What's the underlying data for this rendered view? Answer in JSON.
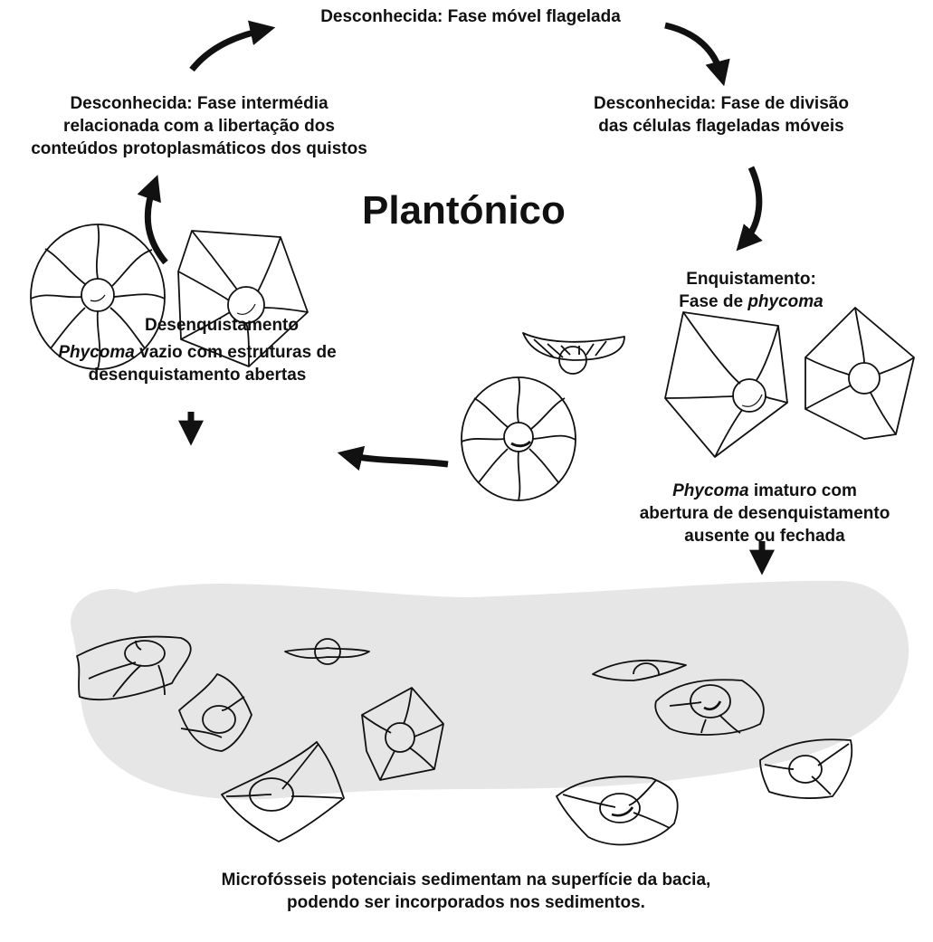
{
  "title": "Plantónico",
  "stages": {
    "flagellate": "Desconhecida: Fase móvel flagelada",
    "division_l1": "Desconhecida: Fase de divisão",
    "division_l2": "das células flageladas móveis",
    "intermediate_l1": "Desconhecida: Fase intermédia",
    "intermediate_l2": "relacionada com a libertação dos",
    "intermediate_l3": "conteúdos protoplasmáticos dos quistos",
    "encystment_l1": "Enquistamento:",
    "encystment_l2_prefix": "Fase de ",
    "encystment_l2_italic": "phycoma",
    "excystment": "Desenquistamento"
  },
  "captions": {
    "empty_l1_italic": "Phycoma",
    "empty_l1_rest": " vazio com estruturas de",
    "empty_l2": "desenquistamento abertas",
    "immature_l1_italic": "Phycoma",
    "immature_l1_rest": " imaturo com",
    "immature_l2": "abertura de desenquistamento",
    "immature_l3": "ausente ou fechada"
  },
  "footer": {
    "l1": "Microfósseis potenciais sedimentam na superfície da bacia,",
    "l2": "podendo ser incorporados nos sedimentos."
  },
  "colors": {
    "sediment": "#e6e6e6",
    "ink": "#111111"
  }
}
